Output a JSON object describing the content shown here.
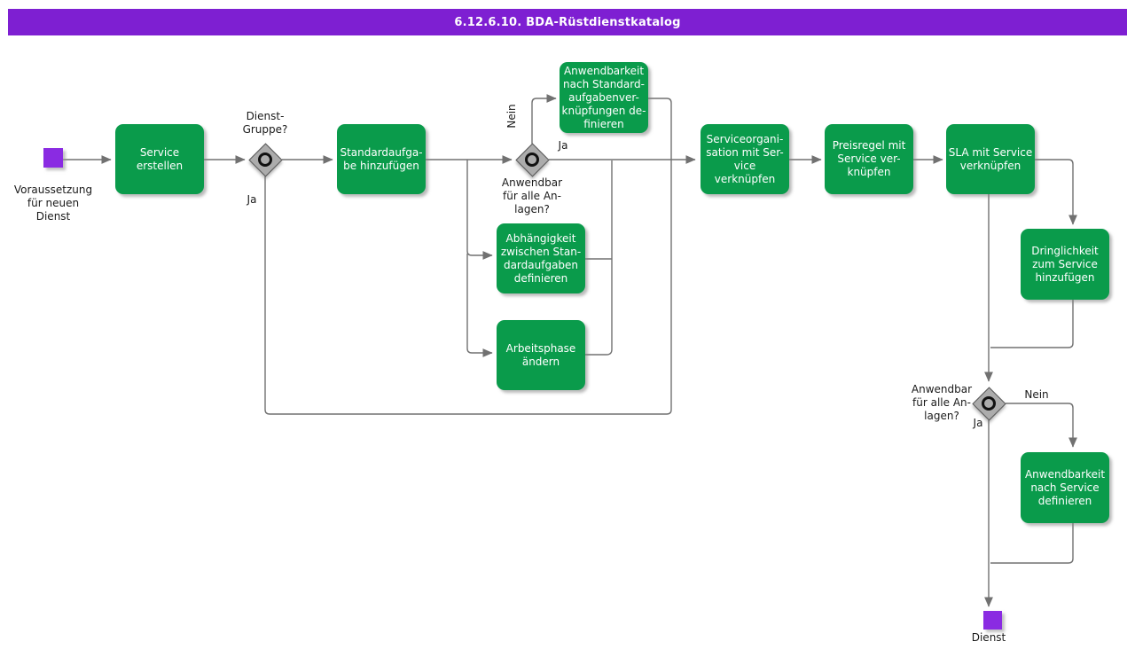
{
  "title": "6.12.6.10. BDA-Rüstdienstkatalog",
  "colors": {
    "activity_green": "#0A9B4B",
    "event_purple": "#8A2BE2",
    "title_purple": "#7E1FD2",
    "line_gray": "#717171"
  },
  "diagram": {
    "start": {
      "label": "Voraussetzung\nfür neuen\nDienst"
    },
    "end": {
      "label": "Dienst"
    },
    "activities": {
      "service_erstellen": "Service erstellen",
      "standardaufgabe": "Standardaufga-\nbe hinzufügen",
      "anwendbarkeit_standard": "Anwendbarkeit\nnach Standard-\naufgabenver-\nknüpfungen de-\nfinieren",
      "abhaengigkeit": "Abhängigkeit\nzwischen Stan-\ndardaufgaben\ndefinieren",
      "arbeitsphase": "Arbeitsphase\nändern",
      "serviceorganisation": "Serviceorgani-\nsation mit Ser-\nvice verknüpfen",
      "preisregel": "Preisregel mit\nService ver-\nknüpfen",
      "sla": "SLA mit Service\nverknüpfen",
      "dringlichkeit": "Dringlichkeit\nzum Service\nhinzufügen",
      "anwendbarkeit_service": "Anwendbarkeit\nnach Service\ndefinieren"
    },
    "decisions": {
      "d1": {
        "question": "Dienst-\nGruppe?",
        "yes": "Ja"
      },
      "d2": {
        "question": "Anwendbar\nfür alle An-\nlagen?",
        "yes": "Ja",
        "no": "Nein"
      },
      "d3": {
        "question": "Anwendbar\nfür alle An-\nlagen?",
        "yes": "Ja",
        "no": "Nein"
      }
    }
  }
}
